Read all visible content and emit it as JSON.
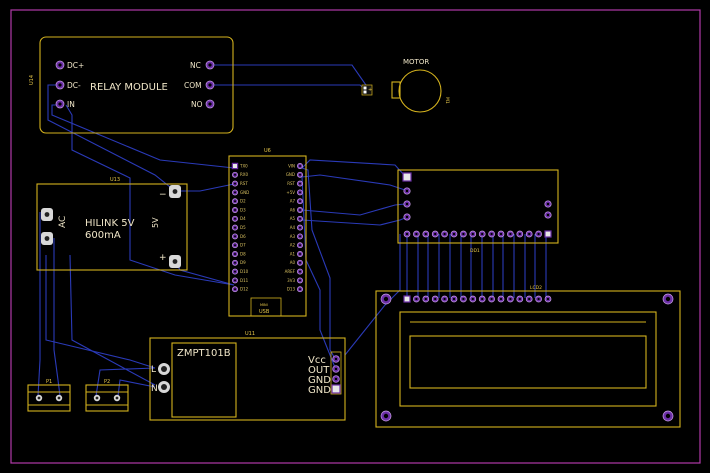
{
  "relay": {
    "ref": "U14",
    "title": "RELAY MODULE",
    "pins_left": [
      "DC+",
      "DC-",
      "IN"
    ],
    "pins_right": [
      "NC",
      "COM",
      "NO"
    ]
  },
  "motor": {
    "title": "MOTOR",
    "ref": "M1",
    "terminal_label": "+"
  },
  "hilink": {
    "ref": "U13",
    "line1": "HILINK 5V",
    "line2": "600mA",
    "ac_label": "AC",
    "v_label": "5V",
    "minus": "−",
    "plus": "+"
  },
  "mcu": {
    "ref": "U6",
    "usb_label": "USB",
    "mini_label": "MINI",
    "left_pins": [
      "TX0",
      "RX0",
      "RST",
      "GND",
      "D2",
      "D3",
      "D4",
      "D5",
      "D6",
      "D7",
      "D8",
      "D9",
      "D10",
      "D11",
      "D12"
    ],
    "right_pins": [
      "VIN",
      "GND",
      "RST",
      "+5V",
      "A7",
      "A6",
      "A5",
      "A4",
      "A3",
      "A2",
      "A1",
      "A0",
      "AREF",
      "3V3",
      "D13"
    ]
  },
  "i2c": {
    "ref": "DD1"
  },
  "lcd": {
    "ref": "LCD2"
  },
  "zmpt": {
    "ref": "U11",
    "title": "ZMPT101B",
    "pins": [
      "Vcc",
      "OUT",
      "GND",
      "GND"
    ],
    "l_label": "L",
    "n_label": "N"
  },
  "terminals": [
    {
      "ref": "P1"
    },
    {
      "ref": "P2"
    }
  ],
  "colors": {
    "background": "#000000",
    "silkscreen": "#d4b21e",
    "trace": "#2a3ab8",
    "outline": "#b03aa8",
    "pad": "#6b2fa6"
  }
}
